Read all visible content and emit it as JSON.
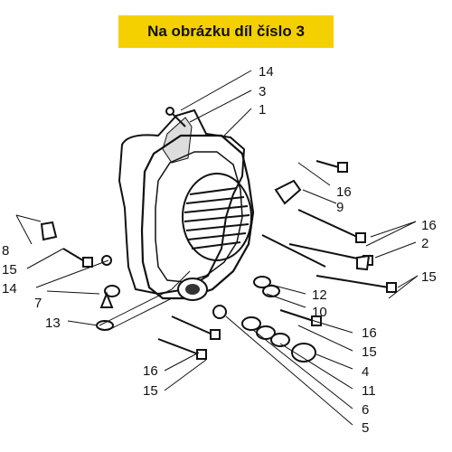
{
  "banner": {
    "text": "Na obrázku díl číslo 3",
    "color": "#f5d000"
  },
  "labels": [
    "14",
    "3",
    "1",
    "16",
    "9",
    "16",
    "2",
    "15",
    "8",
    "15",
    "14",
    "12",
    "10",
    "7",
    "13",
    "16",
    "15",
    "4",
    "11",
    "6",
    "5",
    "16",
    "15"
  ]
}
